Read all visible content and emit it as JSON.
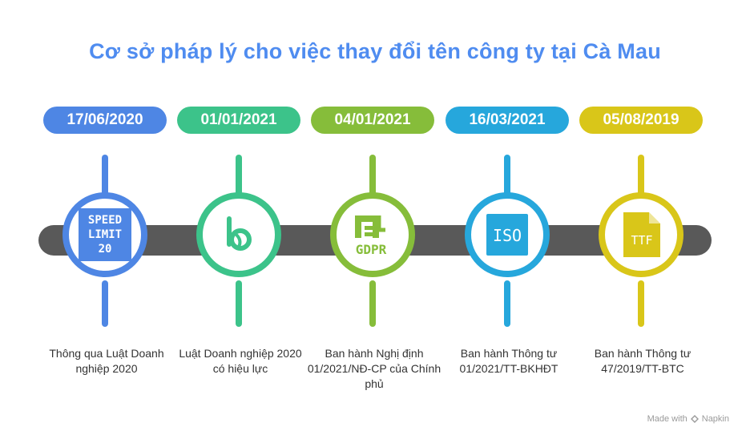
{
  "title": "Cơ sở pháp lý cho việc thay đổi tên công ty tại Cà Mau",
  "milestones": [
    {
      "date": "17/06/2020",
      "description": "Thông qua Luật Doanh nghiệp 2020",
      "icon": "speed-limit-icon",
      "icon_text": [
        "SPEED",
        "LIMIT",
        "20"
      ],
      "color": "#4e86e4"
    },
    {
      "date": "01/01/2021",
      "description": "Luật Doanh nghiệp 2020 có hiệu lực",
      "icon": "bitbucket-style-logo-icon",
      "color": "#3cc38a"
    },
    {
      "date": "04/01/2021",
      "description": "Ban hành Nghị định 01/2021/NĐ-CP của Chính phủ",
      "icon": "gdpr-document-icon",
      "icon_text": [
        "GDPR"
      ],
      "color": "#86bd3a"
    },
    {
      "date": "16/03/2021",
      "description": "Ban hành Thông tư 01/2021/TT-BKHĐT",
      "icon": "iso-icon",
      "icon_text": [
        "ISO"
      ],
      "color": "#26a7dc"
    },
    {
      "date": "05/08/2019",
      "description": "Ban hành Thông tư 47/2019/TT-BTC",
      "icon": "ttf-file-icon",
      "icon_text": [
        "TTF"
      ],
      "color": "#d9c619"
    }
  ],
  "branding": {
    "made_with": "Made with",
    "brand": "Napkin"
  }
}
